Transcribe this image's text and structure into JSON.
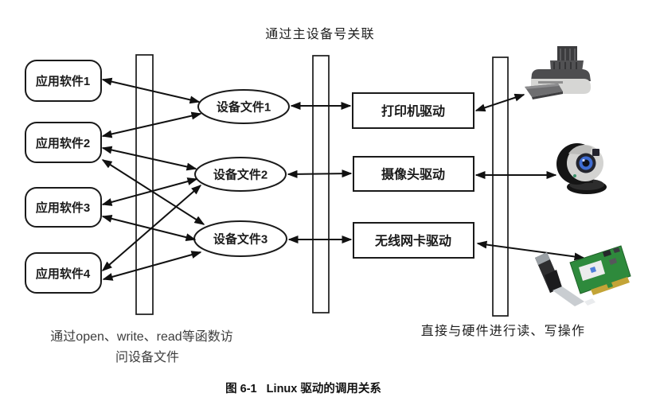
{
  "figure": {
    "top_annotation": "通过主设备号关联",
    "bottom_left_annotation_line1": "通过open、write、read等函数访",
    "bottom_left_annotation_line2": "问设备文件",
    "bottom_right_annotation": "直接与硬件进行读、写操作",
    "caption": "图 6-1   Linux 驱动的调用关系",
    "app_boxes": [
      {
        "label": "应用软件1"
      },
      {
        "label": "应用软件2"
      },
      {
        "label": "应用软件3"
      },
      {
        "label": "应用软件4"
      }
    ],
    "device_files": [
      {
        "label": "设备文件1"
      },
      {
        "label": "设备文件2"
      },
      {
        "label": "设备文件3"
      }
    ],
    "drivers": [
      {
        "label": "打印机驱动"
      },
      {
        "label": "摄像头驱动"
      },
      {
        "label": "无线网卡驱动"
      }
    ],
    "hardware": [
      {
        "name": "printer"
      },
      {
        "name": "webcam"
      },
      {
        "name": "wireless-network-card"
      }
    ],
    "connections": {
      "app_to_device_file": [
        [
          "应用软件1",
          "设备文件1"
        ],
        [
          "应用软件2",
          "设备文件1"
        ],
        [
          "应用软件2",
          "设备文件2"
        ],
        [
          "应用软件2",
          "设备文件3"
        ],
        [
          "应用软件3",
          "设备文件2"
        ],
        [
          "应用软件3",
          "设备文件3"
        ],
        [
          "应用软件4",
          "设备文件2"
        ],
        [
          "应用软件4",
          "设备文件3"
        ]
      ],
      "device_file_to_driver": [
        [
          "设备文件1",
          "打印机驱动"
        ],
        [
          "设备文件2",
          "摄像头驱动"
        ],
        [
          "设备文件3",
          "无线网卡驱动"
        ]
      ],
      "driver_to_hardware": [
        [
          "打印机驱动",
          "printer"
        ],
        [
          "摄像头驱动",
          "webcam"
        ],
        [
          "无线网卡驱动",
          "wireless-network-card"
        ]
      ]
    },
    "colors": {
      "line": "#111111",
      "shape_fill": "#ffffff",
      "shape_stroke": "#1a1a1a",
      "annotation_text": "#1f1f1f",
      "secondary_text": "#3d3d3d"
    }
  }
}
